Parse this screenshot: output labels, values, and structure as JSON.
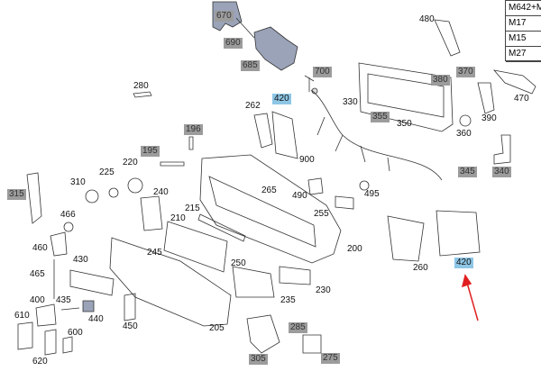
{
  "variant_table": {
    "header": "M642+M",
    "rows": [
      "M17",
      "M15",
      "M27"
    ]
  },
  "callouts": [
    {
      "id": "670",
      "style": "grey"
    },
    {
      "id": "690",
      "style": "grey"
    },
    {
      "id": "685",
      "style": "grey"
    },
    {
      "id": "700",
      "style": "grey"
    },
    {
      "id": "280",
      "style": "plain"
    },
    {
      "id": "420",
      "style": "blue"
    },
    {
      "id": "262",
      "style": "plain"
    },
    {
      "id": "330",
      "style": "plain"
    },
    {
      "id": "355",
      "style": "grey"
    },
    {
      "id": "350",
      "style": "plain"
    },
    {
      "id": "480",
      "style": "plain"
    },
    {
      "id": "380",
      "style": "grey"
    },
    {
      "id": "370",
      "style": "grey"
    },
    {
      "id": "470",
      "style": "plain"
    },
    {
      "id": "390",
      "style": "plain"
    },
    {
      "id": "360",
      "style": "plain"
    },
    {
      "id": "196",
      "style": "grey"
    },
    {
      "id": "195",
      "style": "grey"
    },
    {
      "id": "220",
      "style": "plain"
    },
    {
      "id": "225",
      "style": "plain"
    },
    {
      "id": "310",
      "style": "plain"
    },
    {
      "id": "315",
      "style": "grey"
    },
    {
      "id": "240",
      "style": "plain"
    },
    {
      "id": "265",
      "style": "plain"
    },
    {
      "id": "900",
      "style": "plain"
    },
    {
      "id": "490",
      "style": "plain"
    },
    {
      "id": "495",
      "style": "plain"
    },
    {
      "id": "345",
      "style": "grey"
    },
    {
      "id": "340",
      "style": "grey"
    },
    {
      "id": "466",
      "style": "plain"
    },
    {
      "id": "215",
      "style": "plain"
    },
    {
      "id": "210",
      "style": "plain"
    },
    {
      "id": "255",
      "style": "plain"
    },
    {
      "id": "460",
      "style": "plain"
    },
    {
      "id": "245",
      "style": "plain"
    },
    {
      "id": "200",
      "style": "plain"
    },
    {
      "id": "430",
      "style": "plain"
    },
    {
      "id": "250",
      "style": "plain"
    },
    {
      "id": "260",
      "style": "plain"
    },
    {
      "id": "420",
      "style": "blue"
    },
    {
      "id": "465",
      "style": "plain"
    },
    {
      "id": "230",
      "style": "plain"
    },
    {
      "id": "235",
      "style": "plain"
    },
    {
      "id": "400",
      "style": "plain"
    },
    {
      "id": "435",
      "style": "plain"
    },
    {
      "id": "610",
      "style": "plain"
    },
    {
      "id": "440",
      "style": "plain"
    },
    {
      "id": "450",
      "style": "plain"
    },
    {
      "id": "205",
      "style": "plain"
    },
    {
      "id": "600",
      "style": "plain"
    },
    {
      "id": "285",
      "style": "grey"
    },
    {
      "id": "620",
      "style": "plain"
    },
    {
      "id": "305",
      "style": "grey"
    },
    {
      "id": "275",
      "style": "grey"
    }
  ],
  "colors": {
    "grey_label": "#9c9c9c",
    "blue_label": "#8ec6e6",
    "arrow": "#e02020",
    "line": "#333333",
    "shaded_part": "#9aa3b8"
  }
}
